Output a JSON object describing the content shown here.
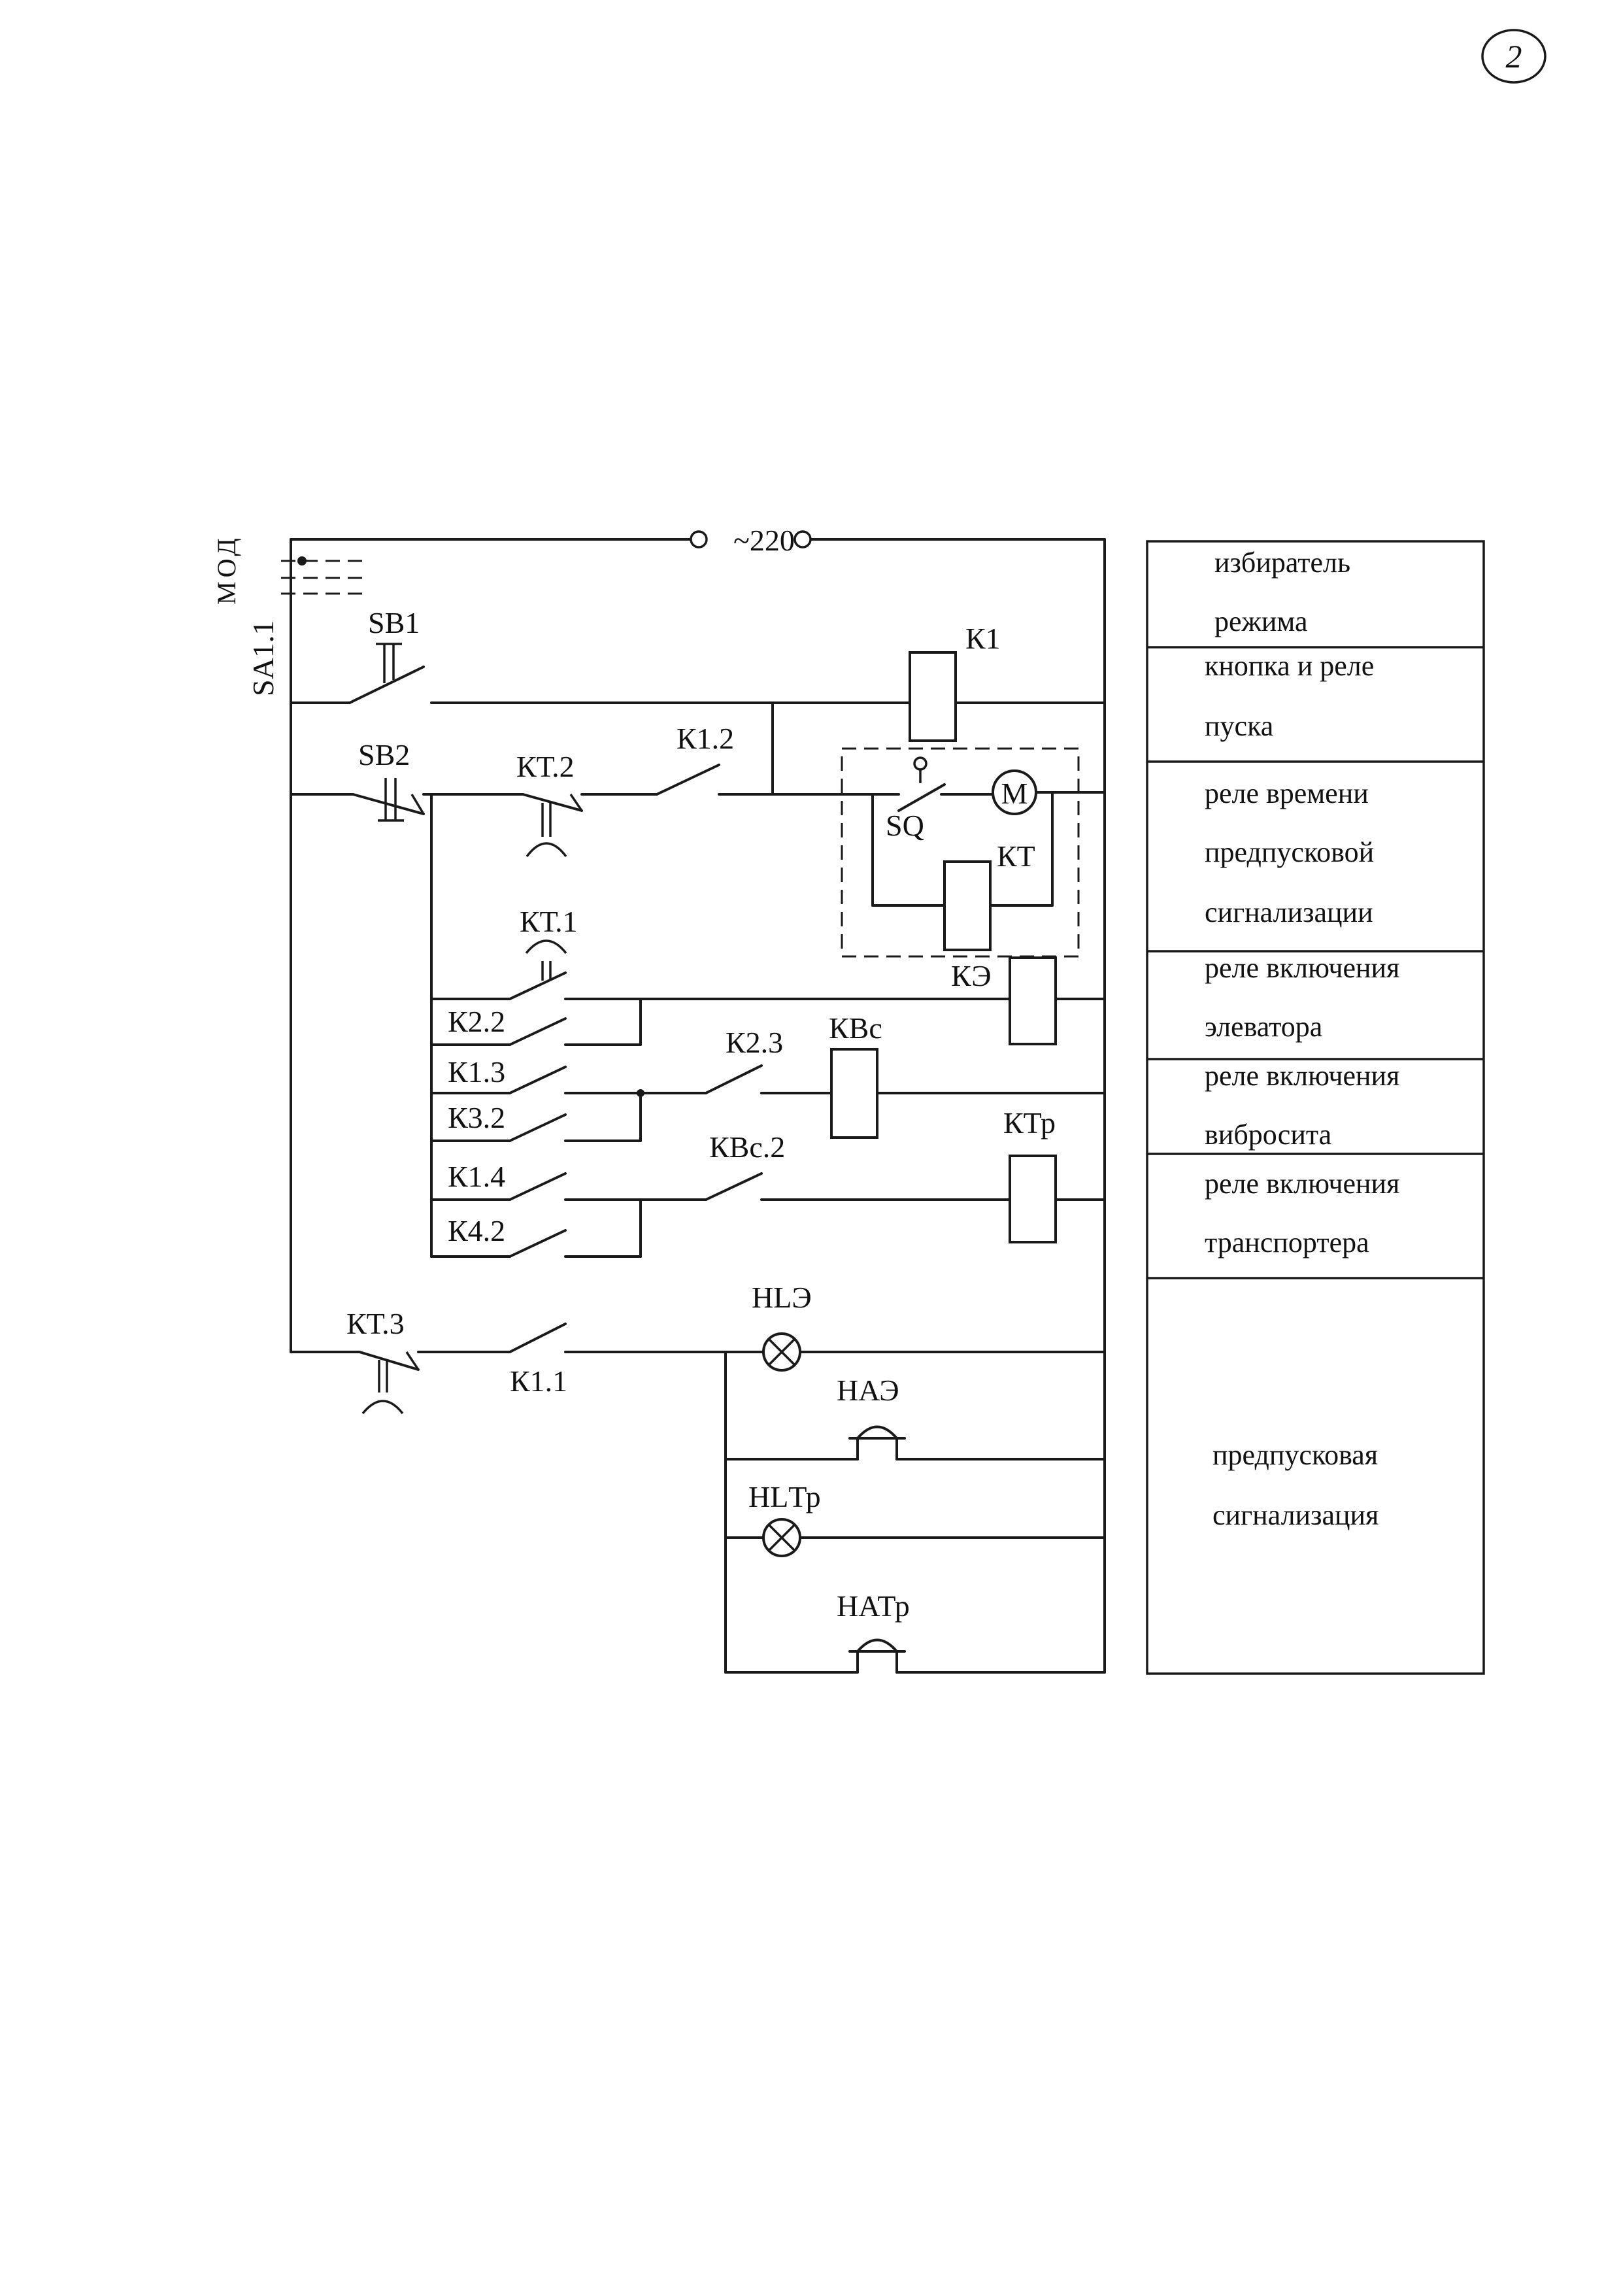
{
  "page_number": "2",
  "supply_label": "~220",
  "selector": {
    "mode_label": "МОД",
    "switch_label": "SA1.1"
  },
  "components": {
    "sb1": "SB1",
    "sb2": "SB2",
    "k1": "К1",
    "kt2": "КТ.2",
    "k12": "К1.2",
    "sq": "SQ",
    "motor": "M",
    "kt": "КТ",
    "kt1": "КТ.1",
    "ke": "КЭ",
    "k22": "К2.2",
    "k13": "К1.3",
    "k23": "К2.3",
    "kvs": "КВс",
    "k32": "К3.2",
    "k14": "К1.4",
    "kvs2": "КВс.2",
    "ktr": "КТр",
    "k42": "К4.2",
    "kt3": "КТ.3",
    "k11": "К1.1",
    "hle": "HLЭ",
    "hae": "НАЭ",
    "hltr": "HLТр",
    "hatr": "НАТр"
  },
  "legend": [
    [
      "избиратель",
      "режима"
    ],
    [
      "кнопка и реле",
      "пуска"
    ],
    [
      "реле времени",
      "предпусковой",
      "сигнализации"
    ],
    [
      "реле  включения",
      "элеватора"
    ],
    [
      "реле  включения",
      "вибросита"
    ],
    [
      "реле  включения",
      "транспортера"
    ],
    [
      "предпусковая",
      "сигнализация"
    ]
  ]
}
